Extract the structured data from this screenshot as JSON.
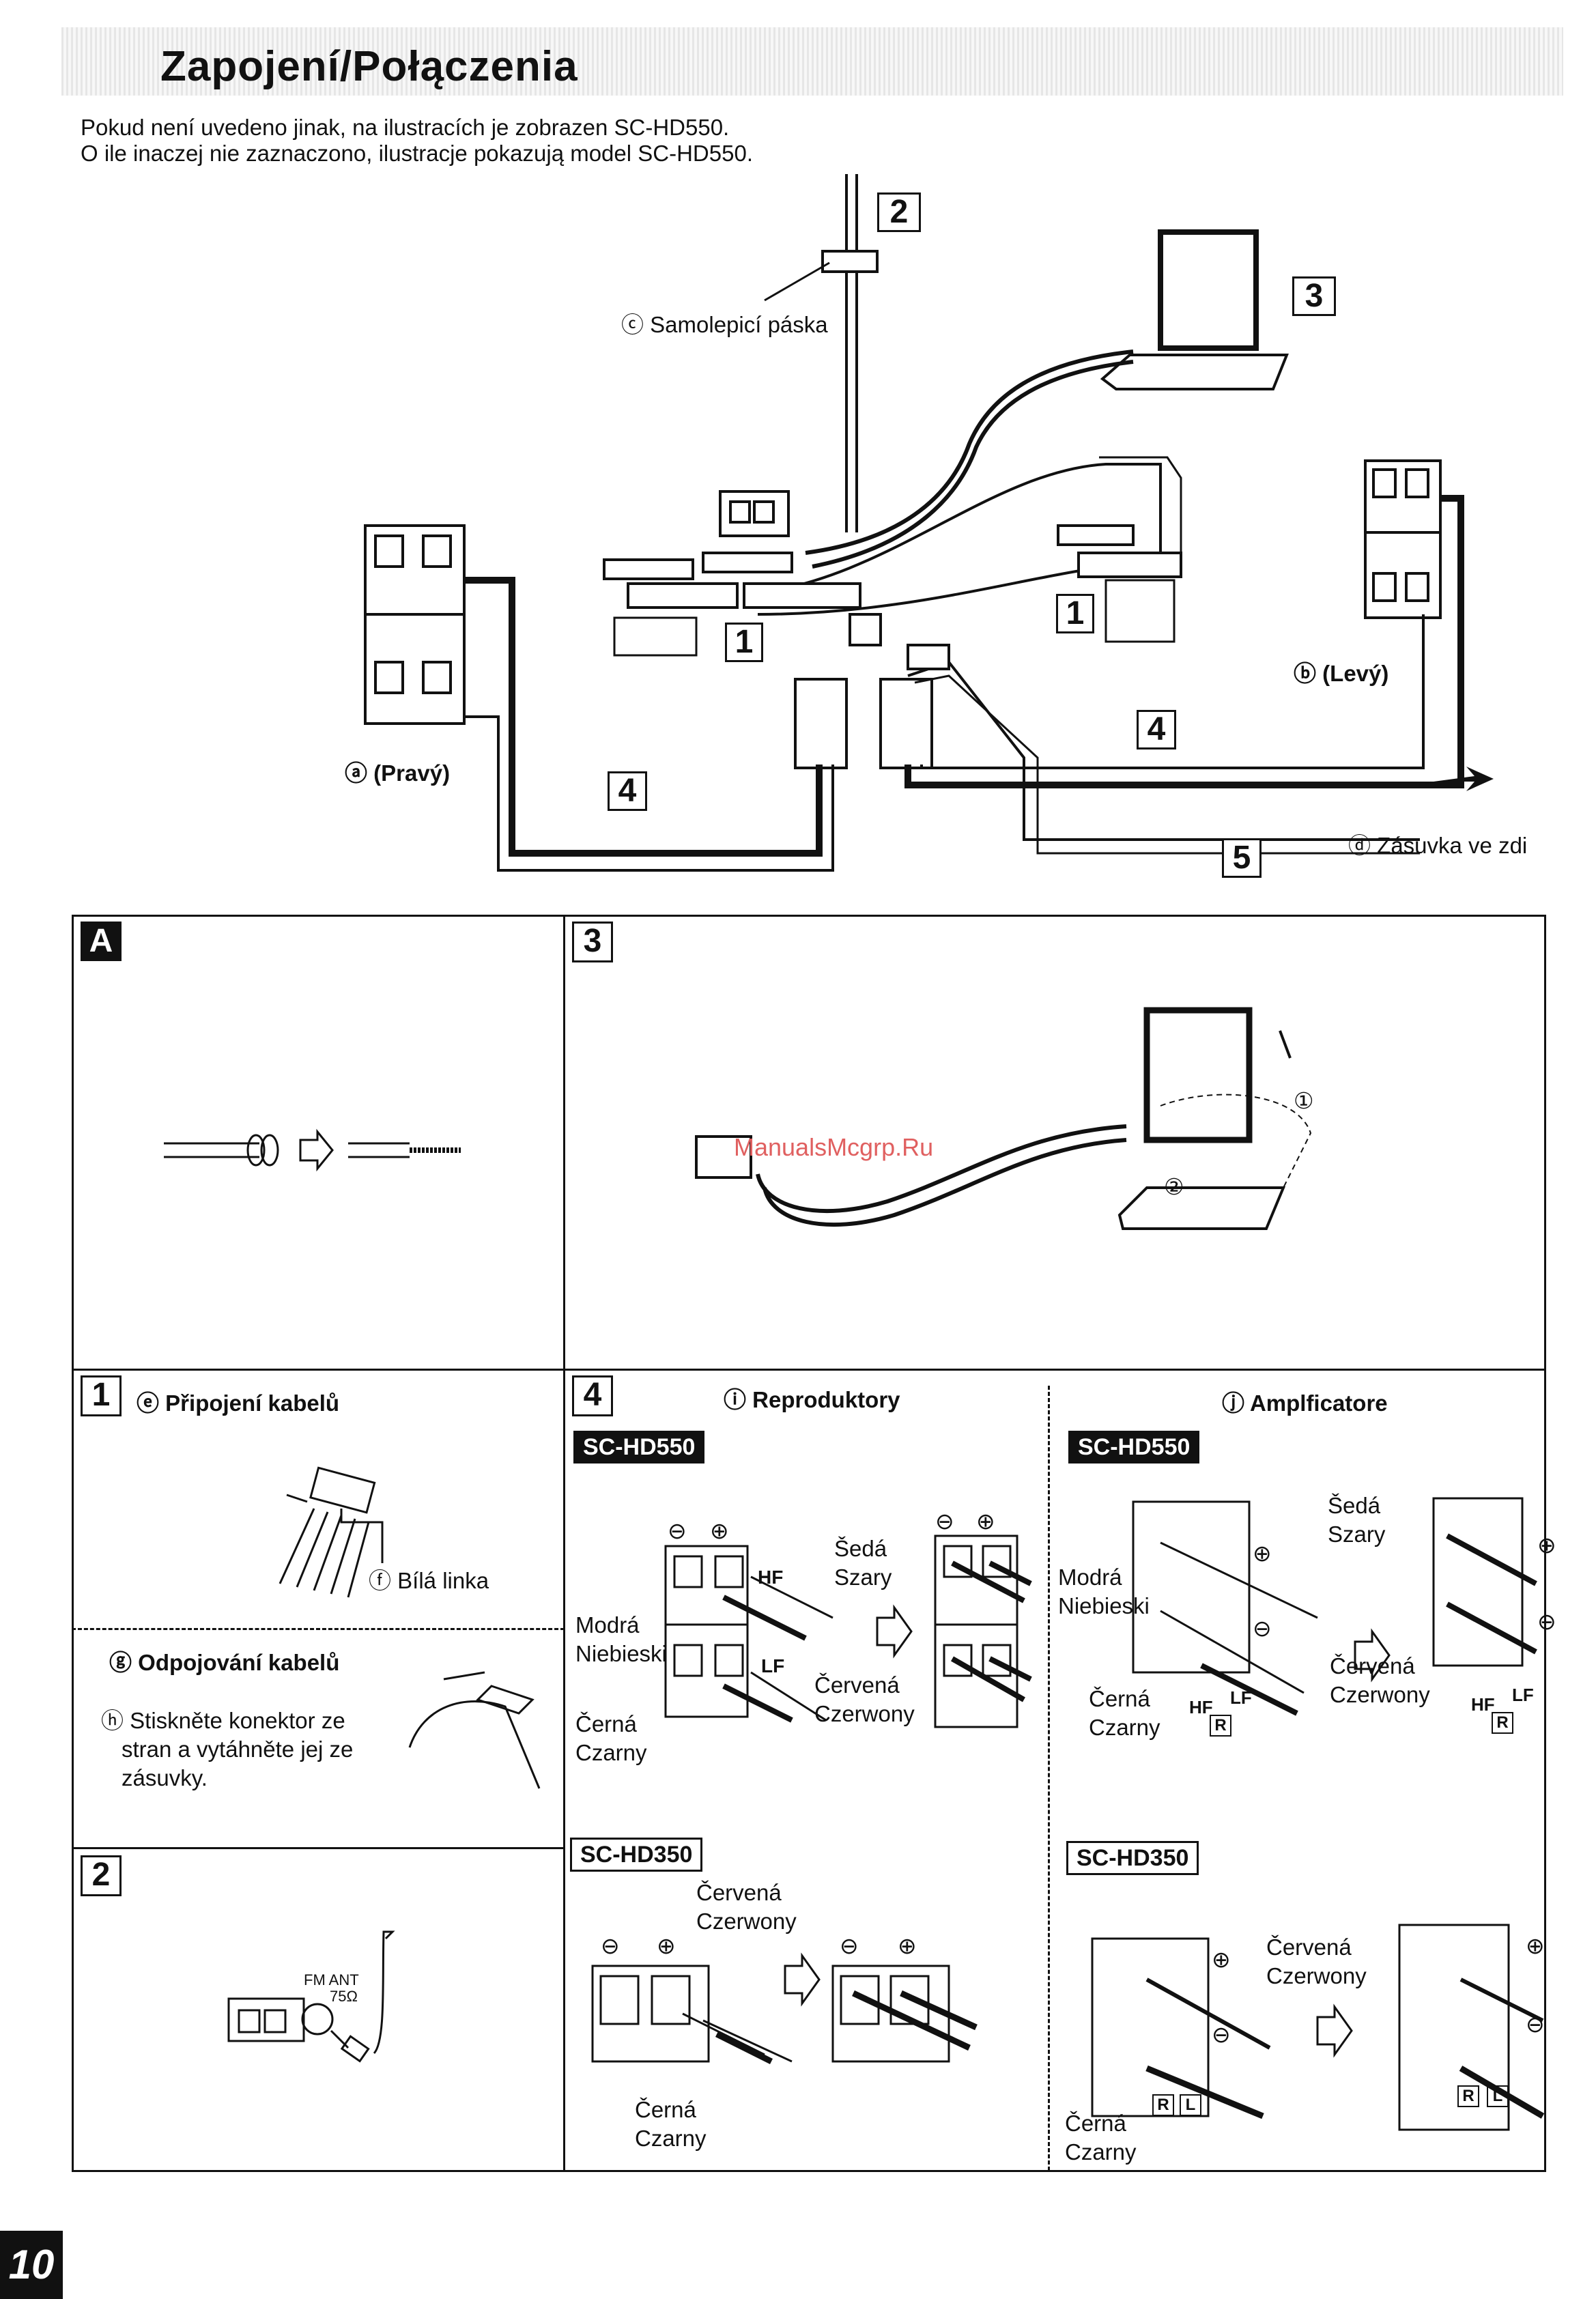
{
  "header": {
    "title": "Zapojení/Połączenia",
    "intro_cz": "Pokud není uvedeno jinak, na ilustracích je zobrazen SC-HD550.",
    "intro_pl": "O ile inaczej nie zaznaczono, ilustracje pokazują model SC-HD550."
  },
  "overview": {
    "callouts": [
      "1",
      "1",
      "2",
      "3",
      "4",
      "4",
      "5"
    ],
    "tape": "ⓒ Samolepicí páska",
    "right": "ⓐ (Pravý)",
    "left": "ⓑ (Levý)",
    "outlet": "ⓓ Zásuvka ve zdi"
  },
  "panels": {
    "a": {
      "tag": "A"
    },
    "p3": {
      "tag": "3",
      "step1": "①",
      "step2": "②"
    },
    "p1": {
      "tag": "1",
      "connect": "ⓔ Připojení kabelů",
      "white_line": "ⓕ Bílá linka",
      "disconnect": "ⓖ Odpojování kabelů",
      "instr1": "ⓗ Stiskněte konektor ze",
      "instr2": "stran a vytáhněte jej ze",
      "instr3": "zásuvky."
    },
    "p2": {
      "tag": "2",
      "fm_ant": "FM ANT",
      "ohm": "75Ω"
    },
    "p4": {
      "tag": "4",
      "speakers": "ⓘ Reproduktory",
      "amplifier": "ⓙ Amplficatore",
      "model_550": "SC-HD550",
      "model_350": "SC-HD350",
      "seda": "Šedá",
      "szary": "Szary",
      "modra": "Modrá",
      "niebieski": "Niebieski",
      "cervena": "Červená",
      "czerwony": "Czerwony",
      "cerna": "Černá",
      "czarny": "Czarny",
      "hf": "HF",
      "lf": "LF",
      "r": "R",
      "l": "L",
      "minus": "⊖",
      "plus": "⊕"
    }
  },
  "footer": {
    "page_number": "10",
    "watermark": "ManualsMcgrp.Ru"
  }
}
